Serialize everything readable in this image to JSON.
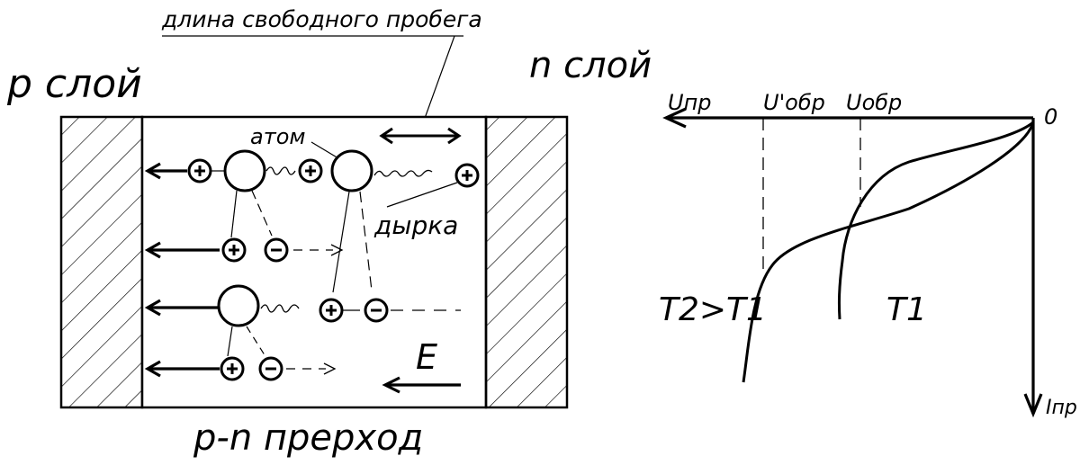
{
  "labels": {
    "free_path": "длина свободного пробега",
    "p_layer": "p слой",
    "n_layer": "n слой",
    "atom": "атом",
    "hole": "дырка",
    "field": "E",
    "junction": "p-n прерход"
  },
  "graph": {
    "u_forward": "Uпр",
    "u_rev_prime": "U'обр",
    "u_rev": "Uобр",
    "origin": "0",
    "i_forward": "Iпр",
    "t2": "T2>T1",
    "t1": "T1"
  },
  "symbols": {
    "plus": "+",
    "minus": "−"
  }
}
